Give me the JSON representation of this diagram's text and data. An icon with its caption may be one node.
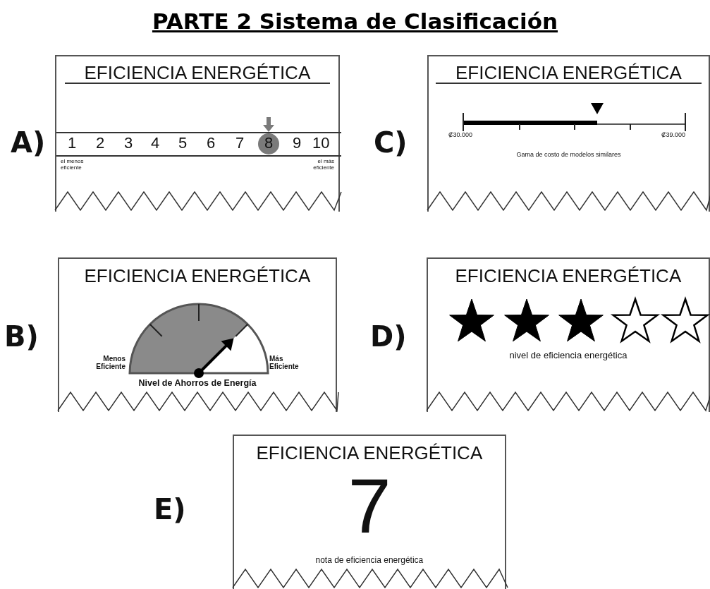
{
  "diagram": {
    "title": "PARTE 2 Sistema de Clasificación",
    "nodes": [
      {
        "text": [
          "EFICIENCIA ENERGÉTICA",
          "1",
          "2",
          "3",
          "4",
          "5",
          "6",
          "7",
          "8",
          "9",
          "10",
          "el menos eficiente",
          "el más eficiente"
        ],
        "beside": [
          "A)"
        ]
      },
      {
        "text": [
          "EFICIENCIA ENERGÉTICA",
          "₡30.000",
          "₡39.000",
          "Gama de costo de modelos similares"
        ],
        "beside": [
          "C)"
        ]
      },
      {
        "text": [
          "EFICIENCIA ENERGÉTICA",
          "Menos Eficiente",
          "Más Eficiente",
          "Nivel de Ahorros de Energía"
        ],
        "beside": [
          "B)"
        ]
      },
      {
        "text": [
          "EFICIENCIA ENERGÉTICA",
          "nivel de eficiencia energética"
        ],
        "beside": [
          "D)"
        ]
      },
      {
        "text": [
          "EFICIENCIA ENERGÉTICA",
          "7",
          "nota de eficiencia energética"
        ],
        "beside": [
          "E)"
        ]
      }
    ],
    "edges": []
  }
}
